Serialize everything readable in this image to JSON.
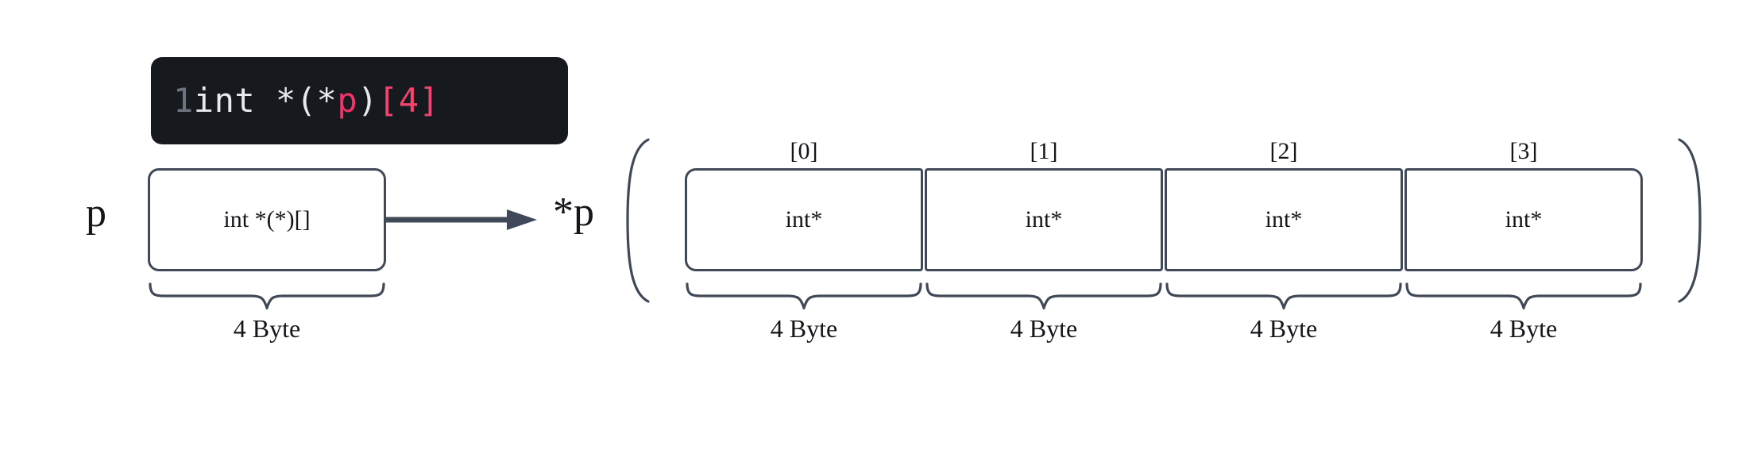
{
  "code_block": {
    "line_number": "1",
    "tokens": [
      {
        "text": "int *(*",
        "kind": "plain"
      },
      {
        "text": "p",
        "kind": "identifier"
      },
      {
        "text": ")",
        "kind": "plain"
      },
      {
        "text": "[4]",
        "kind": "bracket"
      }
    ],
    "full_text": "int *(*p)[4]",
    "background_color": "#16191d",
    "identifier_color": "#f2336a",
    "plain_color": "#e8eaed",
    "line_number_color": "#6b737f"
  },
  "pointer": {
    "label": "p",
    "box_text": "int *(*)[]",
    "size_caption": "4 Byte"
  },
  "arrow": {
    "name": "points-to",
    "color": "#404957"
  },
  "target": {
    "label": "*p",
    "open_paren": "(",
    "close_paren": ")",
    "cells": [
      {
        "index_label": "[0]",
        "type_text": "int*",
        "size_caption": "4 Byte"
      },
      {
        "index_label": "[1]",
        "type_text": "int*",
        "size_caption": "4 Byte"
      },
      {
        "index_label": "[2]",
        "type_text": "int*",
        "size_caption": "4 Byte"
      },
      {
        "index_label": "[3]",
        "type_text": "int*",
        "size_caption": "4 Byte"
      }
    ]
  },
  "colors": {
    "stroke": "#404957",
    "text": "#14161a",
    "background": "#ffffff"
  }
}
